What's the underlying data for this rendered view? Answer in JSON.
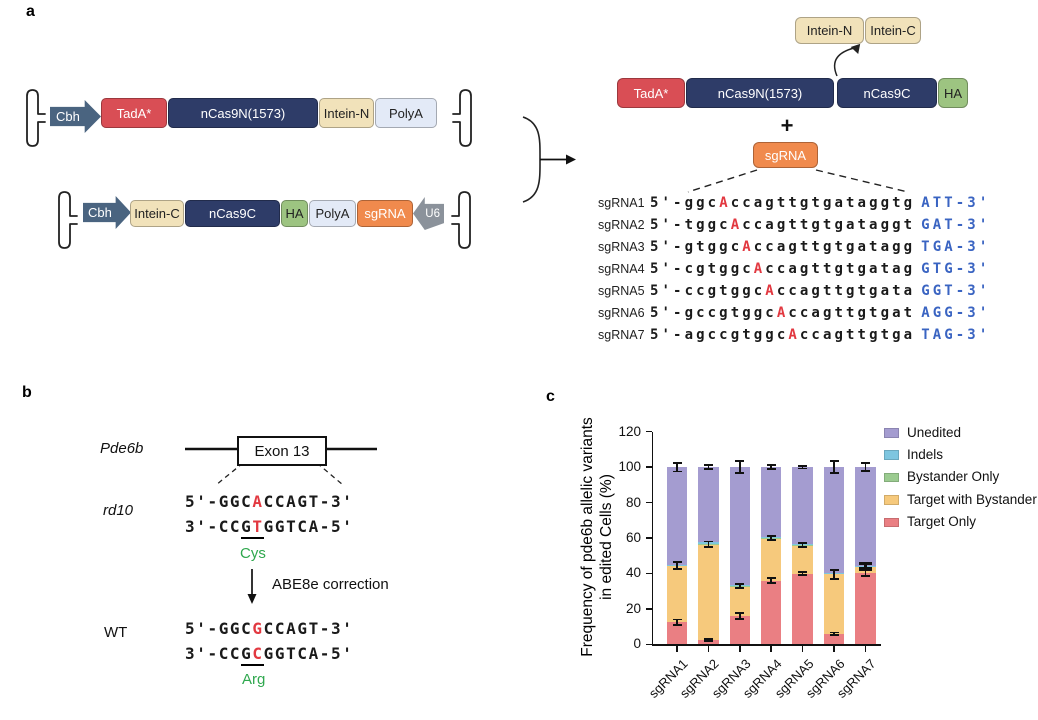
{
  "panel_labels": {
    "a": "a",
    "b": "b",
    "c": "c"
  },
  "panel_a": {
    "construct_top": {
      "promoter": "Cbh",
      "promoter_color": "#4a6480",
      "boxes": [
        {
          "label": "TadA*",
          "bg": "#d94e55",
          "fg": "#ffffff",
          "x": 101,
          "w": 66
        },
        {
          "label": "nCas9N(1573)",
          "bg": "#2e3c68",
          "fg": "#ffffff",
          "x": 168,
          "w": 150
        },
        {
          "label": "Intein-N",
          "bg": "#f1e2ba",
          "fg": "#222222",
          "x": 319,
          "w": 55
        },
        {
          "label": "PolyA",
          "bg": "#e3eaf7",
          "fg": "#222222",
          "x": 375,
          "w": 62
        }
      ]
    },
    "construct_bottom": {
      "promoter": "Cbh",
      "promoter_color": "#4a6480",
      "terminator": "U6",
      "terminator_color": "#8b929b",
      "boxes": [
        {
          "label": "Intein-C",
          "bg": "#f1e2ba",
          "fg": "#222222",
          "x": 130,
          "w": 54
        },
        {
          "label": "nCas9C",
          "bg": "#2e3c68",
          "fg": "#ffffff",
          "x": 185,
          "w": 95
        },
        {
          "label": "HA",
          "bg": "#9dc481",
          "fg": "#222222",
          "x": 281,
          "w": 27
        },
        {
          "label": "PolyA",
          "bg": "#e3eaf7",
          "fg": "#222222",
          "x": 309,
          "w": 47
        },
        {
          "label": "sgRNA",
          "bg": "#f08a4d",
          "fg": "#ffffff",
          "x": 357,
          "w": 56
        }
      ]
    },
    "intein_pair": [
      {
        "label": "Intein-N",
        "bg": "#f1e2ba",
        "fg": "#222222",
        "x": 795,
        "w": 69
      },
      {
        "label": "Intein-C",
        "bg": "#f1e2ba",
        "fg": "#222222",
        "x": 865,
        "w": 56
      }
    ],
    "protein_bar": [
      {
        "label": "TadA*",
        "bg": "#d94e55",
        "fg": "#ffffff",
        "x": 617,
        "w": 68
      },
      {
        "label": "nCas9N(1573)",
        "bg": "#2e3c68",
        "fg": "#ffffff",
        "x": 686,
        "w": 148
      },
      {
        "label": "nCas9C",
        "bg": "#2e3c68",
        "fg": "#ffffff",
        "x": 837,
        "w": 100
      },
      {
        "label": "HA",
        "bg": "#9dc481",
        "fg": "#222222",
        "x": 938,
        "w": 30
      }
    ],
    "plus_sign": "+",
    "sgrna_box_label": "sgRNA",
    "seq_prefix": "5'-",
    "seq_suffix": "-3'",
    "sgrnas": [
      {
        "label": "sgRNA1",
        "pre": "ggc",
        "red": "A",
        "post": "ccagttgtgataggtg",
        "pam": "ATT"
      },
      {
        "label": "sgRNA2",
        "pre": "tggc",
        "red": "A",
        "post": "ccagttgtgataggt",
        "pam": "GAT"
      },
      {
        "label": "sgRNA3",
        "pre": "gtggc",
        "red": "A",
        "post": "ccagttgtgatagg",
        "pam": "TGA"
      },
      {
        "label": "sgRNA4",
        "pre": "cgtggc",
        "red": "A",
        "post": "ccagttgtgatag",
        "pam": "GTG"
      },
      {
        "label": "sgRNA5",
        "pre": "ccgtggc",
        "red": "A",
        "post": "ccagttgtgata",
        "pam": "GGT"
      },
      {
        "label": "sgRNA6",
        "pre": "gccgtggc",
        "red": "A",
        "post": "ccagttgtgat",
        "pam": "AGG"
      },
      {
        "label": "sgRNA7",
        "pre": "agccgtggc",
        "red": "A",
        "post": "ccagttgtga",
        "pam": "TAG"
      }
    ]
  },
  "panel_b": {
    "gene": "Pde6b",
    "exon": "Exon 13",
    "allele_mut": "rd10",
    "allele_wt": "WT",
    "mut_aa": "Cys",
    "wt_aa": "Arg",
    "arrow_label": "ABE8e correction",
    "mut_top": [
      {
        "t": "5'-GGC"
      },
      {
        "t": "A",
        "red": true
      },
      {
        "t": "CCAGT-3'"
      }
    ],
    "mut_bottom": [
      {
        "t": "3'-CC"
      },
      {
        "t": "G",
        "ul": true
      },
      {
        "t": "T",
        "red": true,
        "ul": true
      },
      {
        "t": "GGTCA-5'"
      }
    ],
    "wt_top": [
      {
        "t": "5'-GGC"
      },
      {
        "t": "G",
        "red": true
      },
      {
        "t": "CCAGT-3'"
      }
    ],
    "wt_bottom": [
      {
        "t": "3'-CC"
      },
      {
        "t": "G",
        "ul": true
      },
      {
        "t": "C",
        "red": true,
        "ul": true
      },
      {
        "t": "GGTCA-5'"
      }
    ]
  },
  "chart_data": {
    "type": "bar",
    "stacked": true,
    "ylabel_line1": "Frequency of pde6b allelic variants",
    "ylabel_line2": "in edited Cells (%)",
    "ylim": [
      0,
      120
    ],
    "yticks": [
      0,
      20,
      40,
      60,
      80,
      100,
      120
    ],
    "grid": false,
    "legend_position": "right-top",
    "categories": [
      "sgRNA1",
      "sgRNA2",
      "sgRNA3",
      "sgRNA4",
      "sgRNA5",
      "sgRNA6",
      "sgRNA7"
    ],
    "series": [
      {
        "name": "Target Only",
        "color": "#ea7f83",
        "values": [
          12.5,
          2.5,
          16.0,
          36.0,
          39.5,
          6.0,
          40.5
        ]
      },
      {
        "name": "Target with Bystander",
        "color": "#f6c97c",
        "values": [
          31.5,
          53.5,
          16.5,
          23.5,
          16.0,
          33.5,
          3.0
        ]
      },
      {
        "name": "Bystander Only",
        "color": "#9bcb90",
        "values": [
          0.7,
          0.4,
          0.4,
          0.8,
          0.4,
          0.6,
          0.5
        ]
      },
      {
        "name": "Indels",
        "color": "#7ec6e0",
        "values": [
          0.3,
          1.1,
          0.6,
          0.2,
          0.9,
          0.2,
          0.3
        ]
      },
      {
        "name": "Unedited",
        "color": "#a49cd0",
        "values": [
          55.0,
          42.5,
          66.5,
          39.5,
          43.2,
          59.7,
          55.7
        ]
      }
    ],
    "legend": [
      "Unedited",
      "Indels",
      "Bystander Only",
      "Target with Bystander",
      "Target Only"
    ],
    "error_bars": [
      [
        [
          12.5,
          1.5
        ],
        [
          44.5,
          1.8
        ],
        [
          100,
          2.5
        ]
      ],
      [
        [
          2.5,
          0.6
        ],
        [
          56.5,
          1.5
        ],
        [
          100,
          1.2
        ]
      ],
      [
        [
          16.0,
          1.8
        ],
        [
          33.0,
          1.2
        ],
        [
          100,
          3.5
        ]
      ],
      [
        [
          36.0,
          1.4
        ],
        [
          60.0,
          1.2
        ],
        [
          100,
          1.2
        ]
      ],
      [
        [
          39.8,
          0.9
        ],
        [
          56.0,
          1.0
        ],
        [
          100,
          0.8
        ]
      ],
      [
        [
          6.0,
          0.7
        ],
        [
          39.5,
          2.5
        ],
        [
          100,
          3.5
        ]
      ],
      [
        [
          40.5,
          2.0
        ],
        [
          44.0,
          1.5,
          1
        ],
        [
          100,
          2.2
        ]
      ]
    ]
  }
}
